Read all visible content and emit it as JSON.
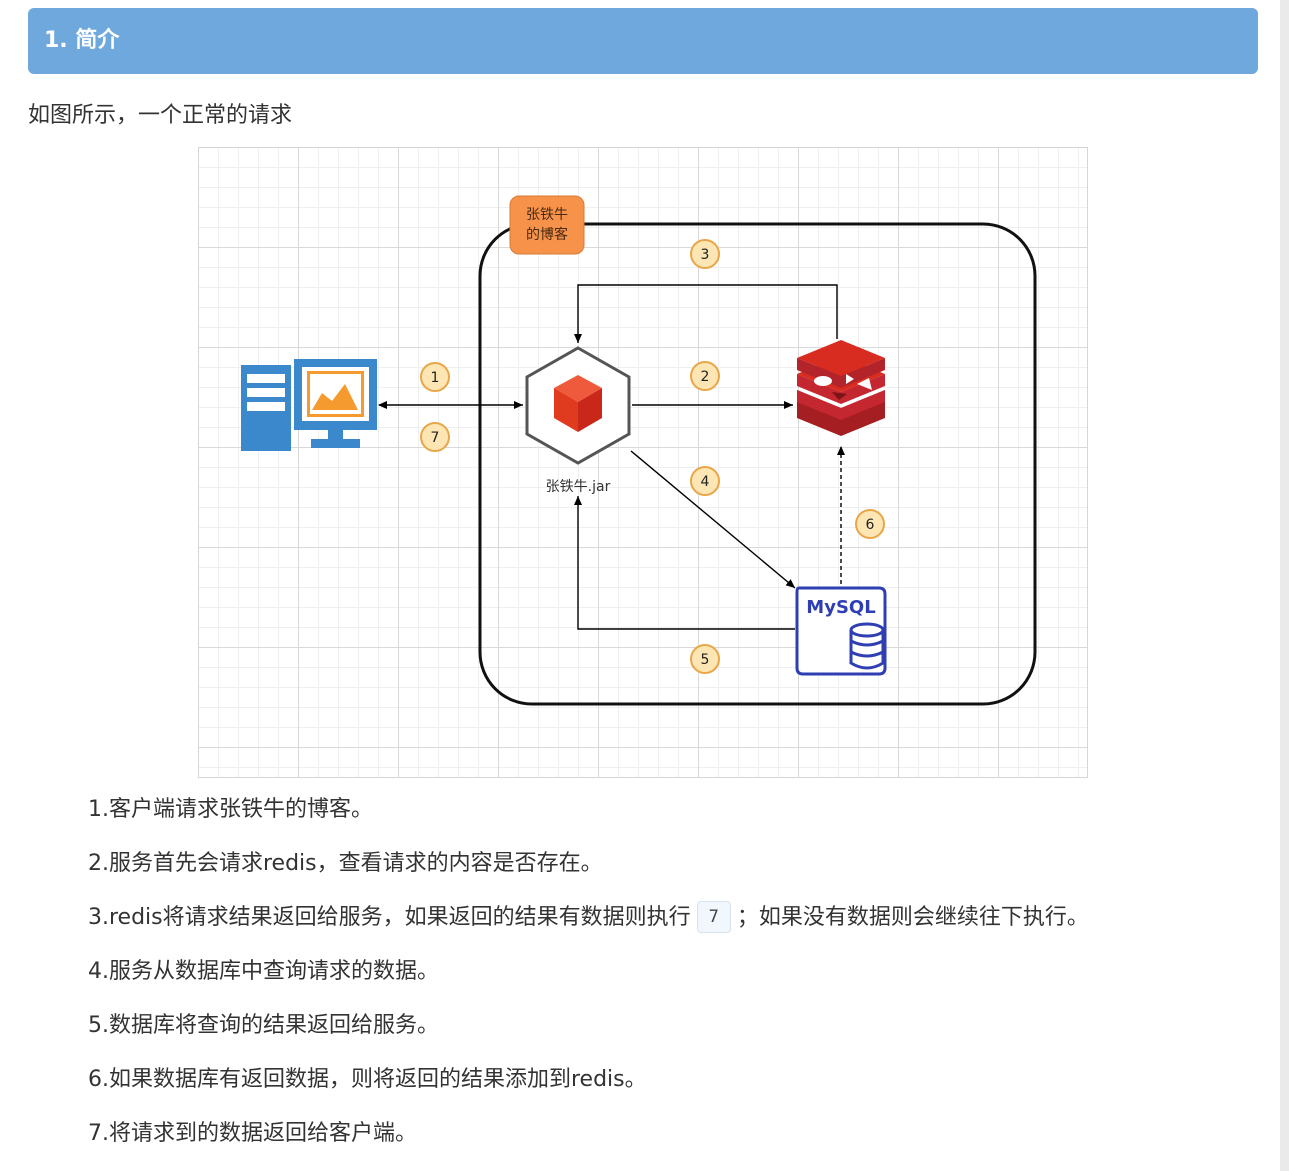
{
  "section": {
    "title": "1. 简介"
  },
  "intro_text": "如图所示，一个正常的请求",
  "diagram": {
    "badge_line1": "张铁牛",
    "badge_line2": "的博客",
    "app_label": "张铁牛.jar",
    "db_label": "MySQL",
    "step_markers": [
      "1",
      "2",
      "3",
      "4",
      "5",
      "6",
      "7"
    ],
    "colors": {
      "badge": "#f6924a",
      "marker_fill": "#fde6b4",
      "marker_stroke": "#e8a648",
      "redis": "#c4272f",
      "app_cube": "#e83d26",
      "client": "#3b88cc",
      "mysql": "#2f3fb3"
    }
  },
  "steps": [
    "1.客户端请求张铁牛的博客。",
    "2.服务首先会请求redis，查看请求的内容是否存在。",
    {
      "before": "3.redis将请求结果返回给服务，如果返回的结果有数据则执行",
      "code": "7",
      "after": "；如果没有数据则会继续往下执行。"
    },
    "4.服务从数据库中查询请求的数据。",
    "5.数据库将查询的结果返回给服务。",
    "6.如果数据库有返回数据，则将返回的结果添加到redis。",
    "7.将请求到的数据返回给客户端。"
  ]
}
